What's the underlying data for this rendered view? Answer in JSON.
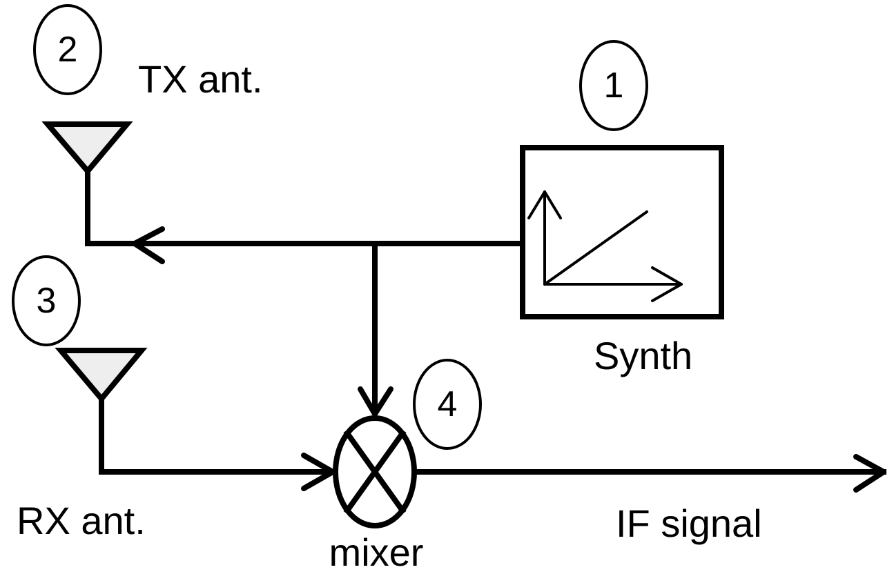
{
  "labels": {
    "tx_antenna": "TX ant.",
    "rx_antenna": "RX ant.",
    "synth": "Synth",
    "mixer": "mixer",
    "if_signal": "IF signal"
  },
  "markers": {
    "synth": "1",
    "tx_antenna": "2",
    "rx_antenna": "3",
    "mixer": "4"
  },
  "colors": {
    "stroke": "#000000",
    "antenna_fill": "#eeeeee",
    "background": "#ffffff"
  }
}
